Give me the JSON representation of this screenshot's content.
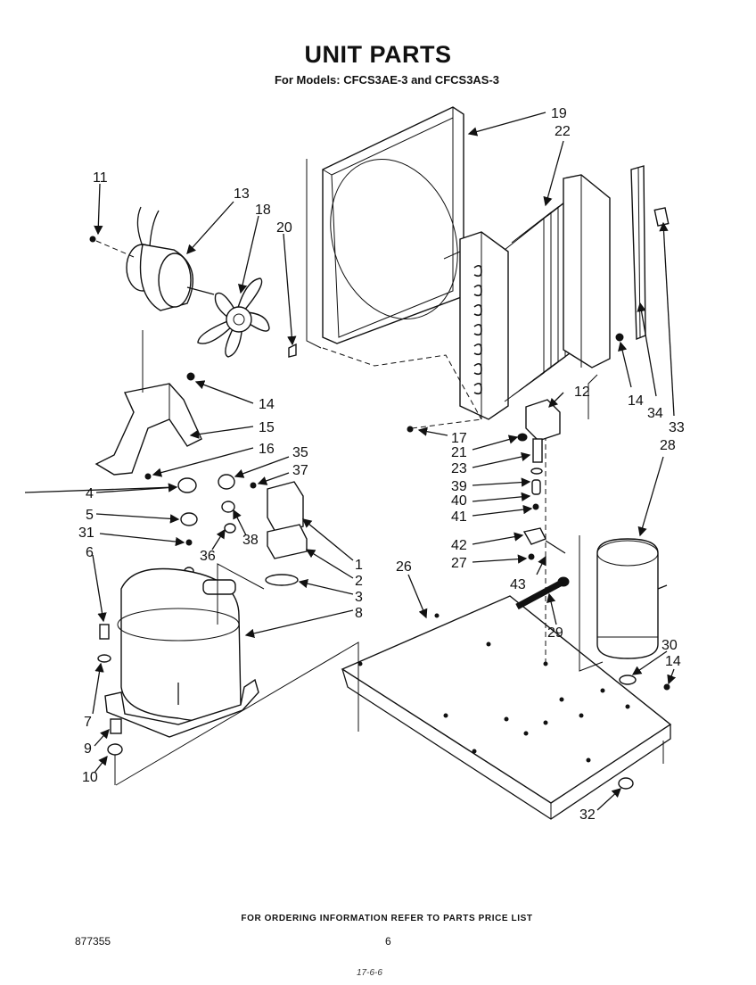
{
  "header": {
    "title": "UNIT PARTS",
    "subtitle": "For Models: CFCS3AE-3 and CFCS3AS-3"
  },
  "footer": {
    "ordering_note": "FOR ORDERING INFORMATION REFER TO PARTS PRICE LIST",
    "document_number": "877355",
    "page_number": "6",
    "handwritten_note": "17-6-6"
  },
  "callouts": {
    "p1": "1",
    "p2": "2",
    "p3": "3",
    "p4": "4",
    "p5": "5",
    "p6": "6",
    "p7": "7",
    "p8": "8",
    "p9": "9",
    "p10": "10",
    "p11": "11",
    "p12": "12",
    "p13": "13",
    "p14a": "14",
    "p14b": "14",
    "p14c": "14",
    "p15": "15",
    "p16": "16",
    "p17": "17",
    "p18": "18",
    "p19": "19",
    "p20": "20",
    "p21": "21",
    "p22": "22",
    "p23": "23",
    "p26": "26",
    "p27": "27",
    "p28": "28",
    "p29": "29",
    "p30": "30",
    "p31": "31",
    "p32": "32",
    "p33": "33",
    "p34": "34",
    "p35": "35",
    "p36": "36",
    "p37": "37",
    "p38": "38",
    "p39": "39",
    "p40": "40",
    "p41": "41",
    "p42": "42",
    "p43": "43"
  }
}
